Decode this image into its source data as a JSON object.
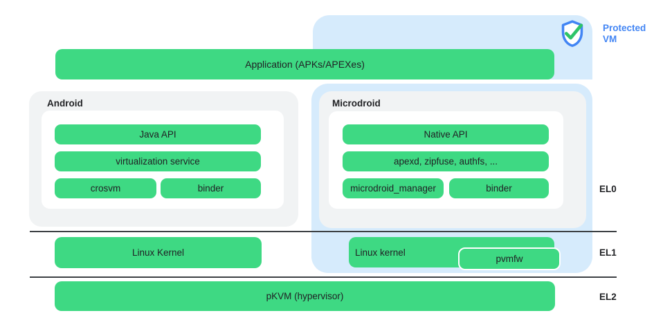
{
  "protected_vm": {
    "label": "Protected VM",
    "icon": "shield-check-icon"
  },
  "application_bar": {
    "label": "Application (APKs/APEXes)"
  },
  "android": {
    "title": "Android",
    "bars": {
      "java_api": "Java API",
      "virtualization_service": "virtualization service",
      "crosvm": "crosvm",
      "binder": "binder"
    }
  },
  "microdroid": {
    "title": "Microdroid",
    "bars": {
      "native_api": "Native API",
      "apexd": "apexd, zipfuse, authfs, ...",
      "microdroid_manager": "microdroid_manager",
      "binder": "binder"
    }
  },
  "kernel_row": {
    "host_kernel": "Linux Kernel",
    "vm_kernel": "Linux kernel",
    "pvmfw": "pvmfw"
  },
  "hypervisor_row": {
    "pkvm": "pKVM (hypervisor)"
  },
  "exception_levels": {
    "el0": "EL0",
    "el1": "EL1",
    "el2": "EL2"
  },
  "colors": {
    "green": "#3ed983",
    "light_blue": "#d6ebfc",
    "gray_box": "#f1f3f4",
    "accent_blue": "#4285f4",
    "line": "#3c4043",
    "text": "#202124",
    "check_green": "#2ec468"
  }
}
